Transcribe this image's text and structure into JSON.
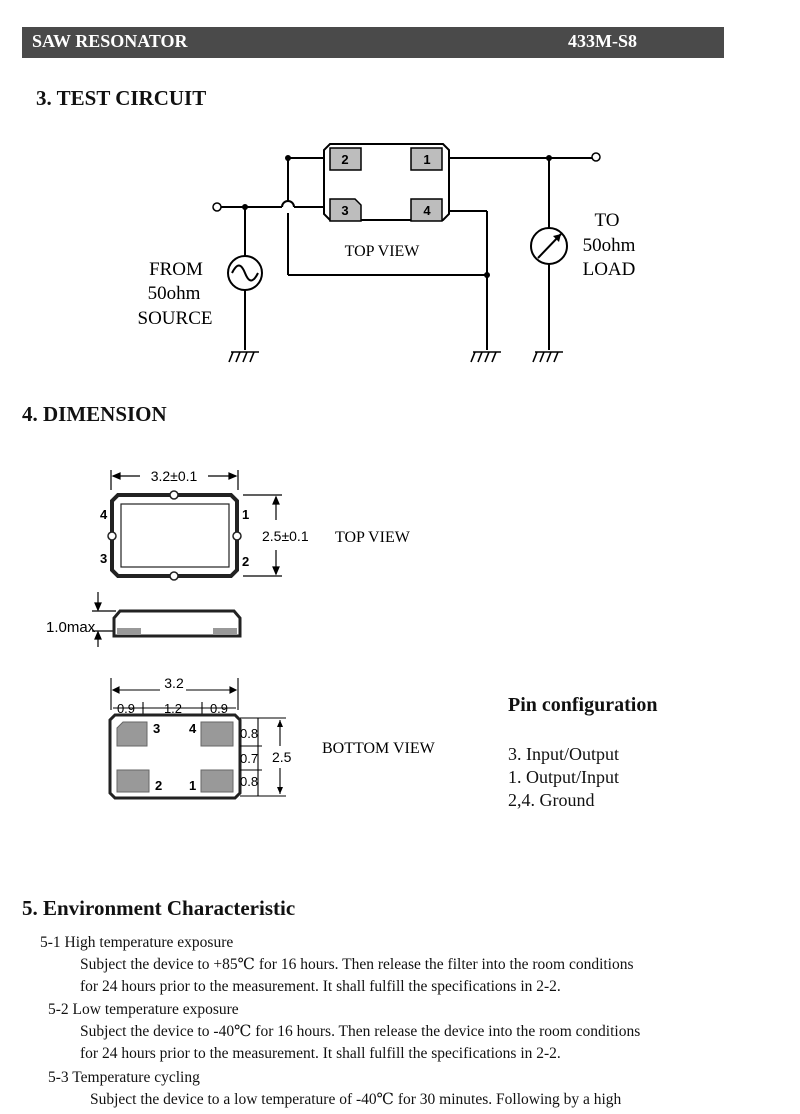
{
  "header": {
    "left": "SAW RESONATOR",
    "right": "433M-S8"
  },
  "sections": {
    "test_circuit": "3. TEST CIRCUIT",
    "dimension": "4. DIMENSION",
    "environment": "5. Environment Characteristic"
  },
  "circuit": {
    "pins": [
      "2",
      "1",
      "3",
      "4"
    ],
    "top_view": "TOP VIEW",
    "source_lines": [
      "FROM",
      "50ohm",
      "SOURCE"
    ],
    "load_lines": [
      "TO",
      "50ohm",
      "LOAD"
    ]
  },
  "dimension": {
    "width_label": "3.2±0.1",
    "height_label": "2.5±0.1",
    "top_view": "TOP VIEW",
    "thickness_label": "1.0max",
    "top_pins": [
      "4",
      "1",
      "3",
      "2"
    ],
    "bottom_width": "3.2",
    "bottom_seg_a": "0.9",
    "bottom_seg_b": "1.2",
    "bottom_seg_c": "0.9",
    "bottom_v1": "0.8",
    "bottom_v2": "0.7",
    "bottom_v3": "0.8",
    "bottom_height": "2.5",
    "bottom_pins": [
      "3",
      "4",
      "2",
      "1"
    ],
    "bottom_view": "BOTTOM VIEW"
  },
  "pin_config": {
    "title": "Pin configuration",
    "items": [
      "3. Input/Output",
      "1. Output/Input",
      "2,4. Ground"
    ]
  },
  "environment": {
    "s1_title": "5-1 High temperature exposure",
    "s1_l1": "Subject the device to +85℃  for 16 hours. Then release the filter into the room conditions",
    "s1_l2": "for 24 hours prior to the measurement. It shall fulfill the specifications in 2-2.",
    "s2_title": "5-2 Low temperature exposure",
    "s2_l1": "Subject the device to -40℃  for 16 hours. Then release the device into the room conditions",
    "s2_l2": "for 24 hours prior to the measurement. It shall fulfill the specifications in 2-2.",
    "s3_title": "5-3 Temperature cycling",
    "s3_l1": "Subject the device to a low temperature of -40℃  for 30 minutes. Following by a high"
  }
}
